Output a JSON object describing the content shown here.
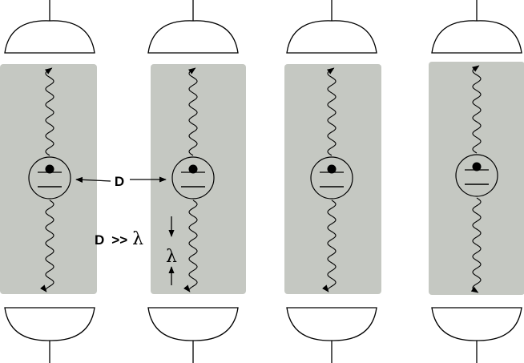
{
  "labels": {
    "separation": "D",
    "condition_lhs": "D",
    "condition_op": ">>",
    "condition_rhs": "λ",
    "wavelength": "λ"
  },
  "colors": {
    "cavity": "#c5c8c2",
    "stroke": "#000000"
  },
  "systems": [
    {
      "id": "system-1"
    },
    {
      "id": "system-2"
    },
    {
      "id": "system-3"
    },
    {
      "id": "system-4"
    }
  ]
}
